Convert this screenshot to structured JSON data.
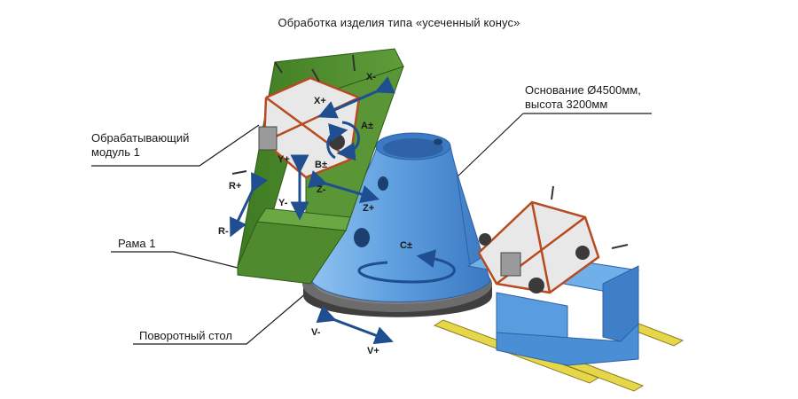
{
  "title": "Обработка изделия типа «усеченный конус»",
  "callouts": {
    "base": [
      "Основание Ø4500мм,",
      "высота 3200мм"
    ],
    "module": [
      "Обрабатывающий",
      "модуль 1"
    ],
    "frame": "Рама 1",
    "table": "Поворотный стол"
  },
  "axes": {
    "x_minus": "X-",
    "x_plus": "X+",
    "a": "A±",
    "b": "B±",
    "y_plus": "Y+",
    "y_minus": "Y-",
    "z_minus": "Z-",
    "z_plus": "Z+",
    "r_plus": "R+",
    "r_minus": "R-",
    "c": "C±",
    "v_minus": "V-",
    "v_plus": "V+"
  },
  "colors": {
    "cone": "#4a8fd6",
    "frame": "#4f8a2e",
    "table": "#5f5f5f",
    "rail": "#e6d64a",
    "arrow": "#1f4e91",
    "strut": "#b84a22"
  }
}
